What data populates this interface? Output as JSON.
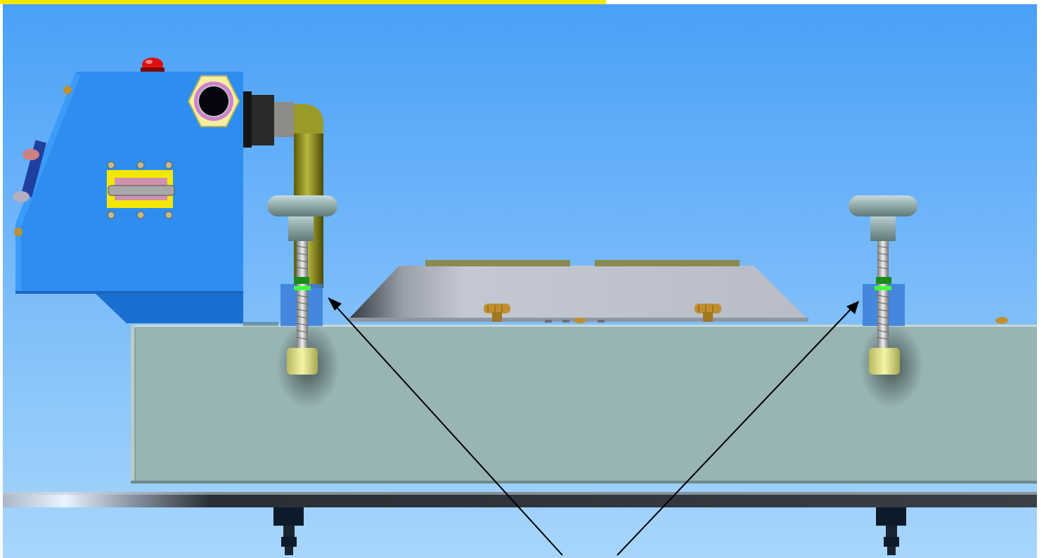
{
  "scene": {
    "description_labels": [],
    "colors": {
      "sky_top": "#4aa0f8",
      "sky_bottom": "#a8d6fb",
      "top_banner": "#f5e800",
      "housing_blue": "#2e8ef0",
      "bench_grey": "#98b4b4",
      "pipe_olive": "#8a8a1a",
      "brass": "#c09030",
      "clamp_cap": "#e8e890",
      "indicator_red": "#dd1010",
      "indicator_green": "#20d020",
      "arrow": "#000000"
    },
    "components": [
      {
        "name": "pump-housing"
      },
      {
        "name": "hex-outlet-port"
      },
      {
        "name": "red-indicator-light"
      },
      {
        "name": "nameplate"
      },
      {
        "name": "olive-pipe-elbow"
      },
      {
        "name": "left-t-handle-clamp"
      },
      {
        "name": "right-t-handle-clamp"
      },
      {
        "name": "sloped-fixture-plate"
      },
      {
        "name": "brass-thumb-knob-left"
      },
      {
        "name": "brass-thumb-knob-right"
      },
      {
        "name": "bench-body"
      },
      {
        "name": "base-rail"
      },
      {
        "name": "mounting-foot-left"
      },
      {
        "name": "mounting-foot-right"
      },
      {
        "name": "callout-arrow-left"
      },
      {
        "name": "callout-arrow-right"
      }
    ]
  }
}
